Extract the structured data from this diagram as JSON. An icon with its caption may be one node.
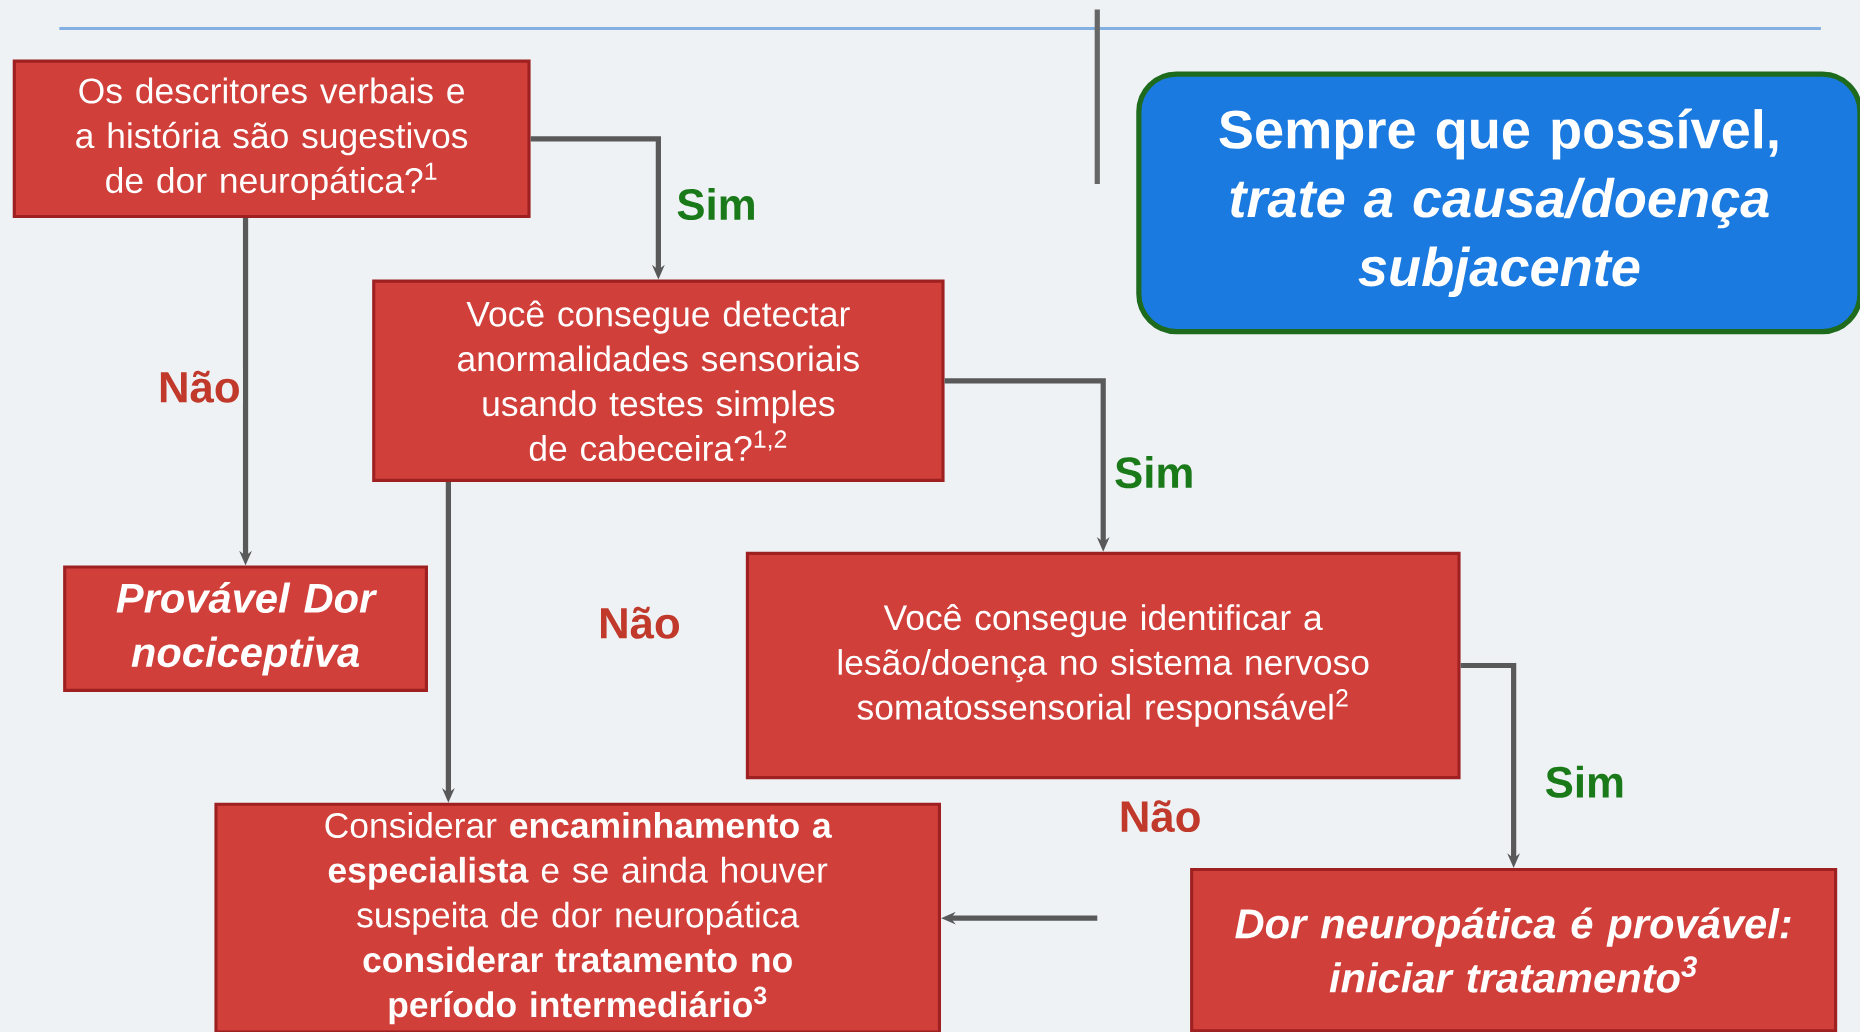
{
  "diagram": {
    "nodes": [
      {
        "text": [
          "Os descritores verbais e a história são sugestivos de dor neuropática?$^{1}$"
        ]
      },
      {
        "text": [
          "Você consegue detectar anormalidades sensoriais usando testes simples de cabeceira?$^{1,2}$"
        ]
      },
      {
        "text": [
          "Provável Dor nociceptiva"
        ]
      },
      {
        "text": [
          "Você consegue identificar a lesão/doença no sistema nervoso somatossensorial responsável$^{2}$"
        ]
      },
      {
        "text": [
          "Considerar **encaminhamento a especialista** e se ainda houver suspeita de dor neuropática",
          "considerar tratamento no período intermediário$^{3}$"
        ]
      },
      {
        "text": [
          "Dor neuropática é provável: iniciar tratamento$^{3}$"
        ]
      },
      {
        "text": [
          "Sempre que possível, *trate a causa/doença subjacente*"
        ]
      }
    ],
    "edges": [
      {
        "from": 0,
        "to": 1,
        "arrow": "to",
        "label": "Sim"
      },
      {
        "from": 0,
        "to": 2,
        "arrow": "to",
        "label": "Não"
      },
      {
        "from": 1,
        "to": 3,
        "arrow": "to",
        "label": "Sim"
      },
      {
        "from": 1,
        "to": 4,
        "arrow": "to",
        "label": "Não"
      },
      {
        "from": 3,
        "to": 5,
        "arrow": "to",
        "label": "Sim"
      },
      {
        "from": null,
        "to": 4,
        "arrow": "to",
        "label": "Não"
      }
    ]
  }
}
